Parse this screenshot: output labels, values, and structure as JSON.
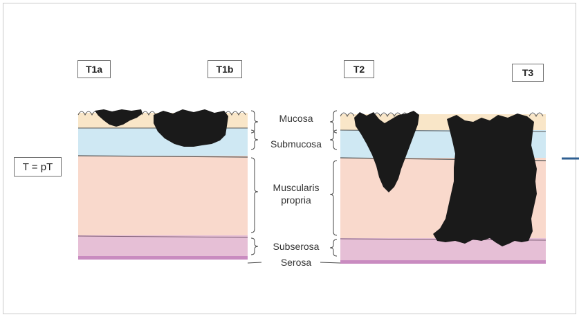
{
  "stage_labels": {
    "t1a": "T1a",
    "t1b": "T1b",
    "t2": "T2",
    "t3": "T3",
    "t_equals": "T = pT"
  },
  "layer_labels": {
    "mucosa": "Mucosa",
    "submucosa": "Submucosa",
    "muscularis_line1": "Muscularis",
    "muscularis_line2": "propria",
    "subserosa": "Subserosa",
    "serosa": "Serosa"
  },
  "colors": {
    "mucosa": "#f9e6c8",
    "submucosa": "#cfe8f3",
    "muscularis": "#f9d9cc",
    "subserosa": "#e6bfd6",
    "serosa": "#c98bc0",
    "tumor": "#1a1a1a",
    "arrow": "#2f5f92"
  }
}
